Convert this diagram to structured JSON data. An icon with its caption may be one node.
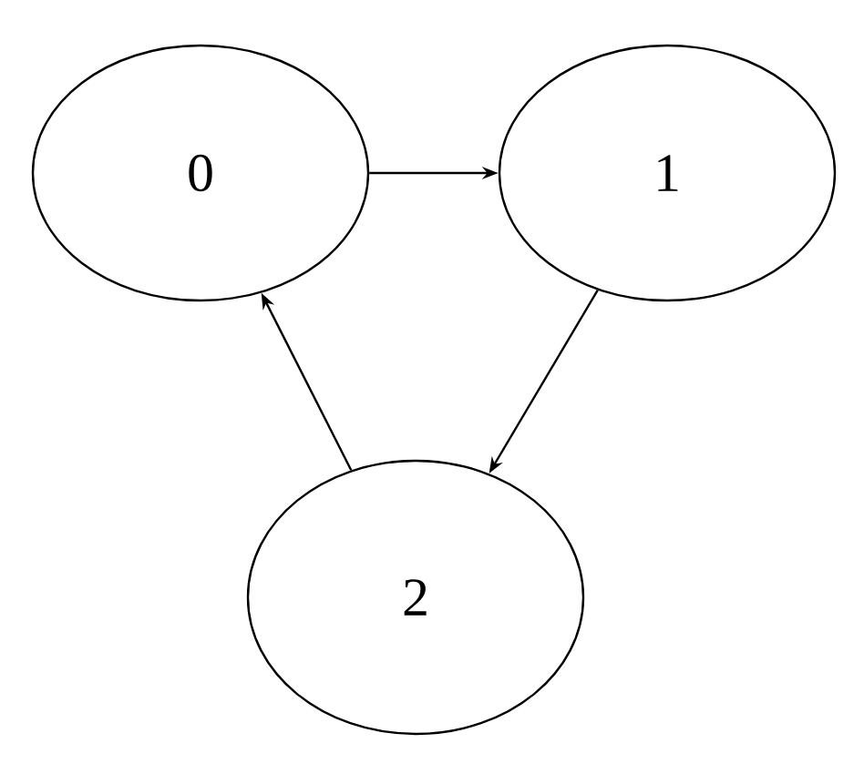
{
  "diagram": {
    "nodes": [
      {
        "text": [
          "0"
        ]
      },
      {
        "text": [
          "1"
        ]
      },
      {
        "text": [
          "2"
        ]
      }
    ],
    "edges": [
      {
        "from": 0,
        "to": 1,
        "arrow": "to"
      },
      {
        "from": 1,
        "to": 2,
        "arrow": "to"
      },
      {
        "from": 2,
        "to": 0,
        "arrow": "to"
      }
    ]
  }
}
